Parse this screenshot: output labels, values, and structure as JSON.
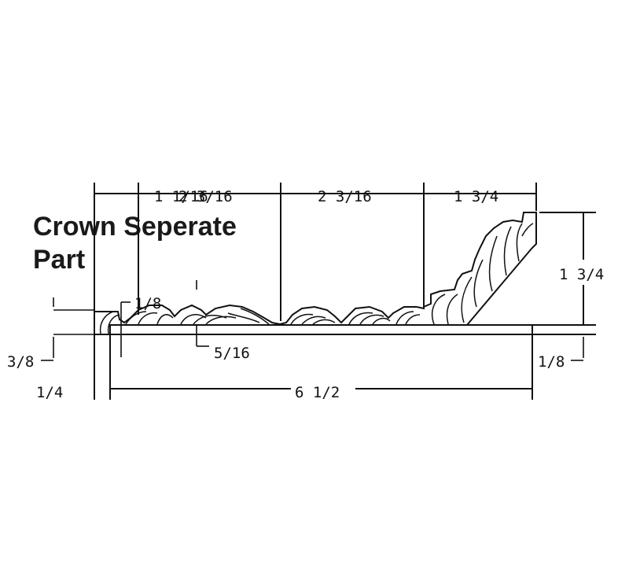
{
  "title": {
    "line1": "Crown Seperate",
    "line2": "Part"
  },
  "dimensions": {
    "top_a": "1 1/16",
    "top_b": "2 3/16",
    "top_c": "2 3/16",
    "top_d": "1 3/4",
    "right_height": "1 3/4",
    "small_left": "1/8",
    "mid_depth": "5/16",
    "left_height": "3/8",
    "right_lip": "1/8",
    "left_offset": "1/4",
    "overall_width": "6 1/2"
  },
  "colors": {
    "line": "#111111",
    "background": "#ffffff"
  }
}
